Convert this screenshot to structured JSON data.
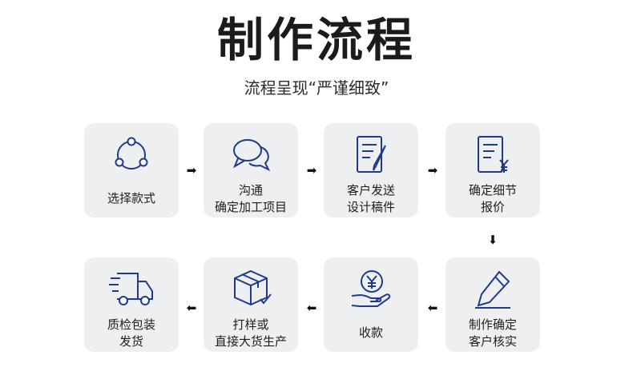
{
  "title": "制作流程",
  "subtitle": "流程呈现“严谨细致”",
  "icon_color": "#1f3a8f",
  "steps": [
    {
      "line1": "选择款式",
      "line2": "",
      "icon": "share-circle-icon"
    },
    {
      "line1": "沟通",
      "line2": "确定加工项目",
      "icon": "chat-bubbles-icon"
    },
    {
      "line1": "客户发送",
      "line2": "设计稿件",
      "icon": "document-edit-icon"
    },
    {
      "line1": "确定细节",
      "line2": "报价",
      "icon": "document-yen-icon"
    },
    {
      "line1": "制作确定",
      "line2": "客户核实",
      "icon": "pencil-edit-icon"
    },
    {
      "line1": "收款",
      "line2": "",
      "icon": "hand-yen-coin-icon"
    },
    {
      "line1": "打样或",
      "line2": "直接大货生产",
      "icon": "package-box-icon"
    },
    {
      "line1": "质检包装",
      "line2": "发货",
      "icon": "delivery-truck-icon"
    }
  ],
  "arrows": {
    "right": "➡",
    "down": "⬇",
    "left": "⬅"
  }
}
